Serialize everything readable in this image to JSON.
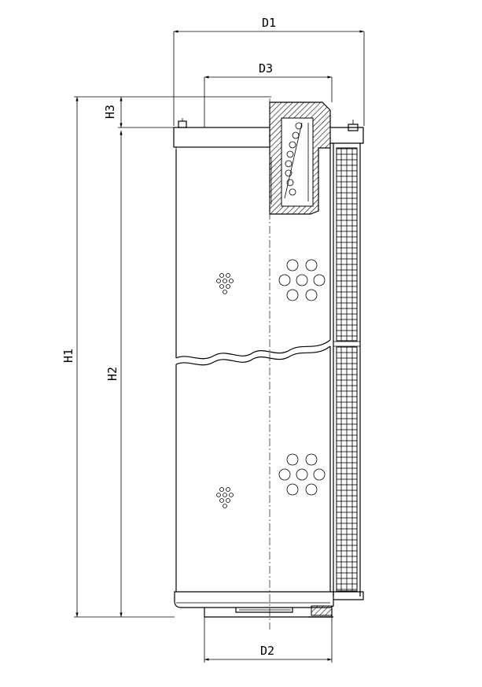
{
  "drawing": {
    "dimensions": {
      "d1": "D1",
      "d2": "D2",
      "d3": "D3",
      "h1": "H1",
      "h2": "H2",
      "h3": "H3"
    }
  },
  "colors": {
    "line": "#000000",
    "background": "#ffffff"
  }
}
